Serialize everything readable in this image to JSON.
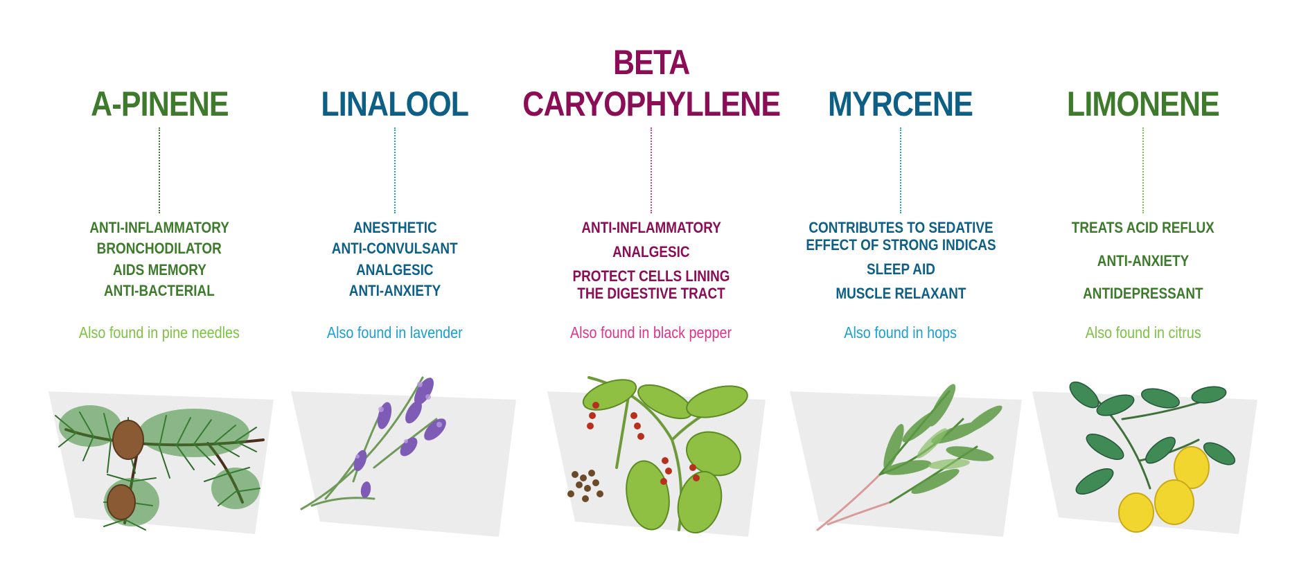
{
  "colors": {
    "green": "#3d7a2b",
    "blue": "#0d5f86",
    "magenta": "#8a0d55",
    "found_green": "#7cc243",
    "found_blue": "#1a9fd0",
    "found_pink": "#e0338a",
    "panel": "#ececec"
  },
  "terpenes": [
    {
      "title": [
        "A-PINENE"
      ],
      "benefits": [
        "ANTI-INFLAMMATORY",
        "BRONCHODILATOR",
        "AIDS MEMORY",
        "ANTI-BACTERIAL"
      ],
      "found": "Also found in pine needles",
      "illustration": "pine-branch-icon"
    },
    {
      "title": [
        "LINALOOL"
      ],
      "benefits": [
        "ANESTHETIC",
        "ANTI-CONVULSANT",
        "ANALGESIC",
        "ANTI-ANXIETY"
      ],
      "found": "Also found in lavender",
      "illustration": "lavender-icon"
    },
    {
      "title": [
        "BETA",
        "CARYOPHYLLENE"
      ],
      "benefits": [
        "ANTI-INFLAMMATORY",
        "ANALGESIC",
        "PROTECT CELLS LINING\nTHE DIGESTIVE TRACT"
      ],
      "found": "Also found in black pepper",
      "illustration": "black-pepper-icon"
    },
    {
      "title": [
        "MYRCENE"
      ],
      "benefits": [
        "CONTRIBUTES TO SEDATIVE\nEFFECT OF STRONG INDICAS",
        "SLEEP AID",
        "MUSCLE RELAXANT"
      ],
      "found": "Also found in hops",
      "illustration": "hops-herb-icon"
    },
    {
      "title": [
        "LIMONENE"
      ],
      "benefits": [
        "TREATS ACID REFLUX",
        "ANTI-ANXIETY",
        "ANTIDEPRESSANT"
      ],
      "found": "Also found in citrus",
      "illustration": "lemon-branch-icon"
    }
  ]
}
